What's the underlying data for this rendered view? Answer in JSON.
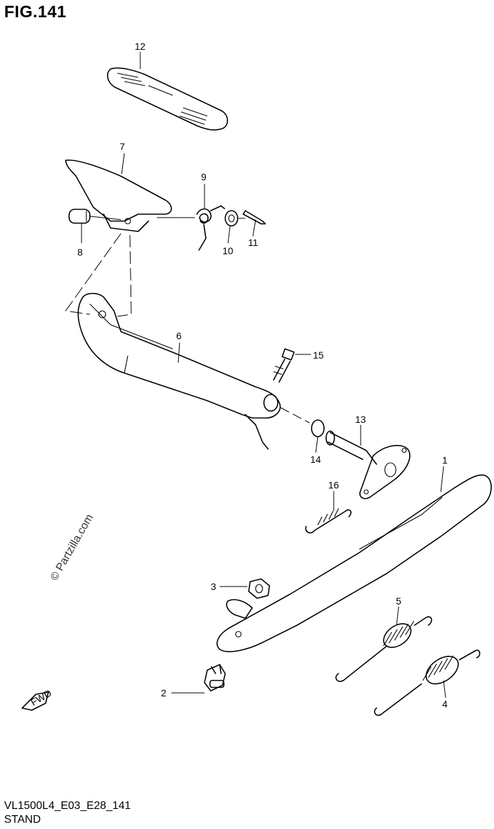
{
  "figure": {
    "title": "FIG.141",
    "code": "VL1500L4_E03_E28_141",
    "name": "STAND",
    "copyright": "© Partzilla.com"
  },
  "callouts": {
    "p1": "1",
    "p2": "2",
    "p3": "3",
    "p4": "4",
    "p5": "5",
    "p6": "6",
    "p7": "7",
    "p8": "8",
    "p9": "9",
    "p10": "10",
    "p11": "11",
    "p12": "12",
    "p13": "13",
    "p14": "14",
    "p15": "15",
    "p16": "16"
  },
  "fwd_label": "FWD"
}
